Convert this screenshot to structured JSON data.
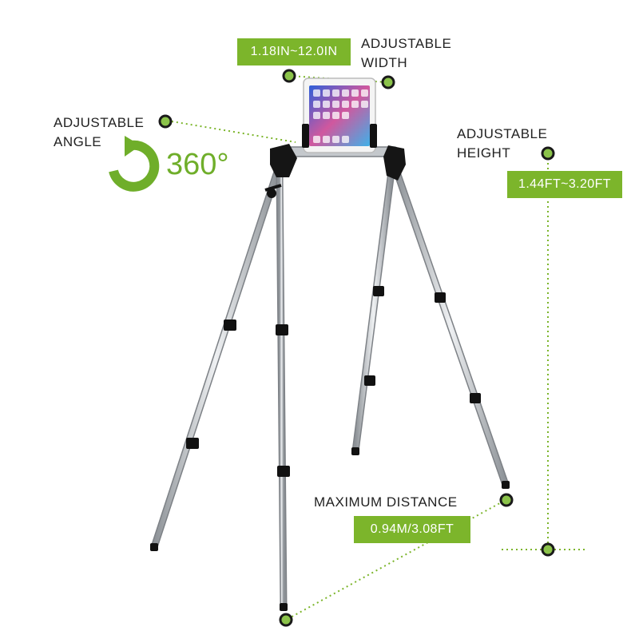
{
  "labels": {
    "width": {
      "line1": "ADJUSTABLE",
      "line2": "WIDTH",
      "value": "1.18IN~12.0IN"
    },
    "angle": {
      "line1": "ADJUSTABLE",
      "line2": "ANGLE",
      "rotation": "360°"
    },
    "height": {
      "line1": "ADJUSTABLE",
      "line2": "HEIGHT",
      "value": "1.44FT~3.20FT"
    },
    "distance": {
      "title": "MAXIMUM DISTANCE",
      "value": "0.94M/3.08FT"
    }
  },
  "colors": {
    "accent_green": "#7cb52b",
    "dot_fill": "#8bc34a",
    "dot_ring": "#1a1a1a",
    "leg_silver": "#c9cdd1",
    "clip_black": "#111111"
  },
  "icons": [
    "rotate-360-icon",
    "tablet-icon"
  ]
}
